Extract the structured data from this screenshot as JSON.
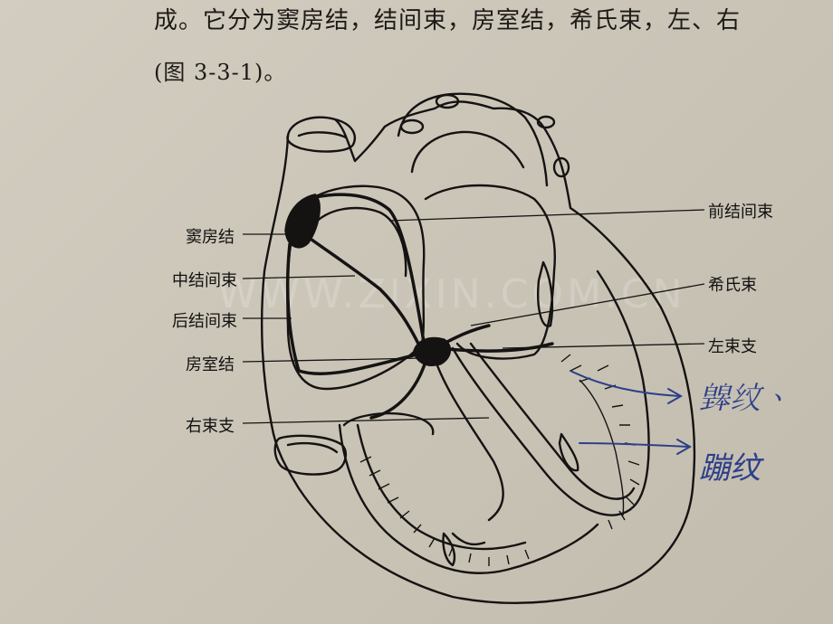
{
  "text": {
    "line1": "成。它分为窦房结，结间束，房室结，希氏束，左、右",
    "line2": "(图 3-3-1)。"
  },
  "watermark": "WWW.ZIXIN.COM.CN",
  "labels": {
    "sa_node": "窦房结",
    "middle_tract": "中结间束",
    "posterior_tract": "后结间束",
    "av_node": "房室结",
    "right_bundle": "右束支",
    "anterior_tract": "前结间束",
    "his_bundle": "希氏束",
    "left_bundle": "左束支"
  },
  "handwriting": {
    "note1": "𤾲纹、",
    "note2": "蹦纹"
  },
  "colors": {
    "ink": "#151312",
    "paper": "#cbc5b8",
    "pen": "#2d3f8a"
  }
}
